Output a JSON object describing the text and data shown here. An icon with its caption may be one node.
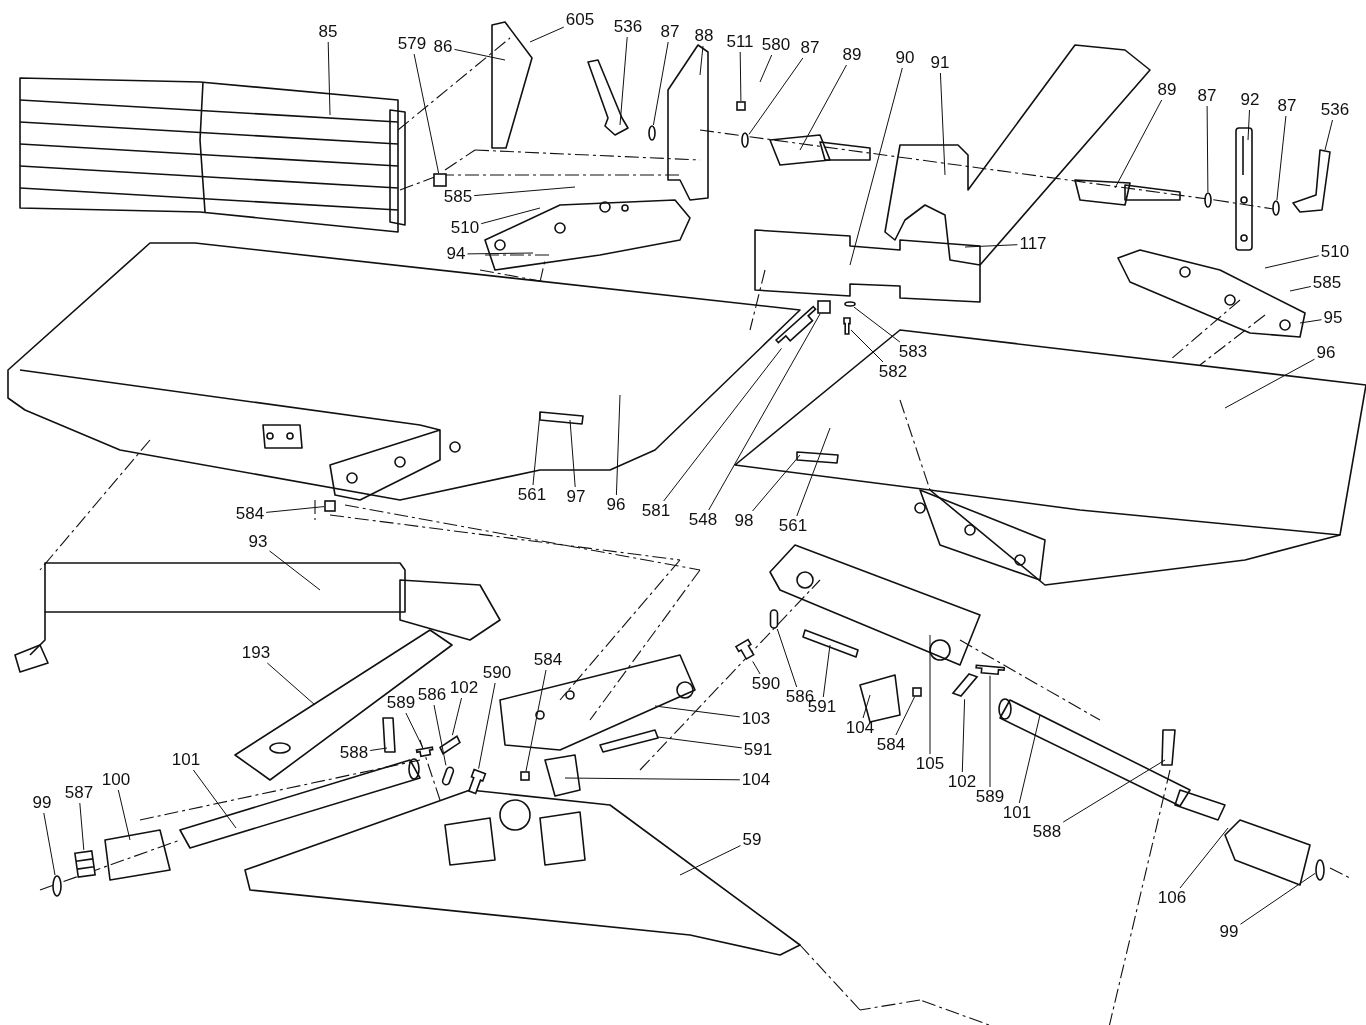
{
  "diagram": {
    "nodes": [
      {
        "text": [
          "85"
        ]
      },
      {
        "text": [
          "579"
        ]
      },
      {
        "text": [
          "86"
        ]
      },
      {
        "text": [
          "605"
        ]
      },
      {
        "text": [
          "536"
        ]
      },
      {
        "text": [
          "87"
        ]
      },
      {
        "text": [
          "88"
        ]
      },
      {
        "text": [
          "511"
        ]
      },
      {
        "text": [
          "580"
        ]
      },
      {
        "text": [
          "87"
        ]
      },
      {
        "text": [
          "89"
        ]
      },
      {
        "text": [
          "90"
        ]
      },
      {
        "text": [
          "91"
        ]
      },
      {
        "text": [
          "89"
        ]
      },
      {
        "text": [
          "87"
        ]
      },
      {
        "text": [
          "92"
        ]
      },
      {
        "text": [
          "87"
        ]
      },
      {
        "text": [
          "536"
        ]
      },
      {
        "text": [
          "585"
        ]
      },
      {
        "text": [
          "510"
        ]
      },
      {
        "text": [
          "94"
        ]
      },
      {
        "text": [
          "117"
        ]
      },
      {
        "text": [
          "510"
        ]
      },
      {
        "text": [
          "585"
        ]
      },
      {
        "text": [
          "95"
        ]
      },
      {
        "text": [
          "583"
        ]
      },
      {
        "text": [
          "582"
        ]
      },
      {
        "text": [
          "96"
        ]
      },
      {
        "text": [
          "96"
        ]
      },
      {
        "text": [
          "561"
        ]
      },
      {
        "text": [
          "97"
        ]
      },
      {
        "text": [
          "581"
        ]
      },
      {
        "text": [
          "548"
        ]
      },
      {
        "text": [
          "98"
        ]
      },
      {
        "text": [
          "561"
        ]
      },
      {
        "text": [
          "584"
        ]
      },
      {
        "text": [
          "93"
        ]
      },
      {
        "text": [
          "193"
        ]
      },
      {
        "text": [
          "584"
        ]
      },
      {
        "text": [
          "590"
        ]
      },
      {
        "text": [
          "102"
        ]
      },
      {
        "text": [
          "586"
        ]
      },
      {
        "text": [
          "589"
        ]
      },
      {
        "text": [
          "588"
        ]
      },
      {
        "text": [
          "103"
        ]
      },
      {
        "text": [
          "591"
        ]
      },
      {
        "text": [
          "104"
        ]
      },
      {
        "text": [
          "101"
        ]
      },
      {
        "text": [
          "100"
        ]
      },
      {
        "text": [
          "587"
        ]
      },
      {
        "text": [
          "99"
        ]
      },
      {
        "text": [
          "59"
        ]
      },
      {
        "text": [
          "590"
        ]
      },
      {
        "text": [
          "586"
        ]
      },
      {
        "text": [
          "591"
        ]
      },
      {
        "text": [
          "104"
        ]
      },
      {
        "text": [
          "584"
        ]
      },
      {
        "text": [
          "105"
        ]
      },
      {
        "text": [
          "102"
        ]
      },
      {
        "text": [
          "589"
        ]
      },
      {
        "text": [
          "101"
        ]
      },
      {
        "text": [
          "588"
        ]
      },
      {
        "text": [
          "106"
        ]
      },
      {
        "text": [
          "99"
        ]
      },
      {
        "text": [],
        "shape": "box"
      },
      {
        "text": [],
        "shape": "circle"
      },
      {
        "text": [],
        "shape": "box"
      },
      {
        "text": [],
        "shape": "circle"
      },
      {
        "text": [],
        "shape": "circle"
      },
      {
        "text": [],
        "shape": "circle"
      },
      {
        "text": [],
        "shape": "circle"
      },
      {
        "text": [],
        "shape": "bolt"
      },
      {
        "text": [],
        "shape": "bolt"
      },
      {
        "text": [],
        "shape": "box"
      },
      {
        "text": [],
        "shape": "box"
      },
      {
        "text": [],
        "shape": "box"
      },
      {
        "text": [],
        "shape": "bolt"
      },
      {
        "text": [],
        "shape": "plate"
      },
      {
        "text": [],
        "shape": "pin"
      },
      {
        "text": [],
        "shape": "bolt"
      },
      {
        "text": [],
        "shape": "cylinder"
      },
      {
        "text": [],
        "shape": "circle"
      },
      {
        "text": [],
        "shape": "bolt"
      },
      {
        "text": [],
        "shape": "pin"
      },
      {
        "text": [],
        "shape": "box"
      },
      {
        "text": [],
        "shape": "plate"
      },
      {
        "text": [],
        "shape": "bolt"
      },
      {
        "text": [],
        "shape": "circle"
      }
    ],
    "edges": [
      {
        "from": 0,
        "to": null,
        "arrow": "none"
      },
      {
        "from": 1,
        "to": 64,
        "arrow": "none"
      },
      {
        "from": 2,
        "to": null,
        "arrow": "none"
      },
      {
        "from": 3,
        "to": null,
        "arrow": "none"
      },
      {
        "from": 4,
        "to": null,
        "arrow": "none"
      },
      {
        "from": 5,
        "to": 65,
        "arrow": "none"
      },
      {
        "from": 6,
        "to": null,
        "arrow": "none"
      },
      {
        "from": 7,
        "to": 66,
        "arrow": "none"
      },
      {
        "from": 8,
        "to": null,
        "arrow": "none"
      },
      {
        "from": 9,
        "to": 67,
        "arrow": "none"
      },
      {
        "from": 10,
        "to": null,
        "arrow": "none"
      },
      {
        "from": 11,
        "to": null,
        "arrow": "none"
      },
      {
        "from": 12,
        "to": null,
        "arrow": "none"
      },
      {
        "from": 13,
        "to": null,
        "arrow": "none"
      },
      {
        "from": 14,
        "to": 68,
        "arrow": "none"
      },
      {
        "from": 15,
        "to": null,
        "arrow": "none"
      },
      {
        "from": 16,
        "to": 69,
        "arrow": "none"
      },
      {
        "from": 17,
        "to": null,
        "arrow": "none"
      },
      {
        "from": 18,
        "to": null,
        "arrow": "none"
      },
      {
        "from": 19,
        "to": null,
        "arrow": "none"
      },
      {
        "from": 20,
        "to": null,
        "arrow": "none"
      },
      {
        "from": 21,
        "to": null,
        "arrow": "none"
      },
      {
        "from": 22,
        "to": null,
        "arrow": "none"
      },
      {
        "from": 23,
        "to": null,
        "arrow": "none"
      },
      {
        "from": 24,
        "to": null,
        "arrow": "none"
      },
      {
        "from": 25,
        "to": 70,
        "arrow": "none"
      },
      {
        "from": 26,
        "to": 71,
        "arrow": "none"
      },
      {
        "from": 27,
        "to": null,
        "arrow": "none"
      },
      {
        "from": 28,
        "to": null,
        "arrow": "none"
      },
      {
        "from": 29,
        "to": null,
        "arrow": "none"
      },
      {
        "from": 30,
        "to": null,
        "arrow": "none"
      },
      {
        "from": 31,
        "to": 72,
        "arrow": "none"
      },
      {
        "from": 32,
        "to": 73,
        "arrow": "none"
      },
      {
        "from": 33,
        "to": null,
        "arrow": "none"
      },
      {
        "from": 34,
        "to": null,
        "arrow": "none"
      },
      {
        "from": 35,
        "to": 74,
        "arrow": "none"
      },
      {
        "from": 36,
        "to": null,
        "arrow": "none"
      },
      {
        "from": 37,
        "to": null,
        "arrow": "none"
      },
      {
        "from": 38,
        "to": 75,
        "arrow": "none"
      },
      {
        "from": 39,
        "to": 76,
        "arrow": "none"
      },
      {
        "from": 40,
        "to": 77,
        "arrow": "none"
      },
      {
        "from": 41,
        "to": 78,
        "arrow": "none"
      },
      {
        "from": 42,
        "to": 79,
        "arrow": "none"
      },
      {
        "from": 43,
        "to": null,
        "arrow": "none"
      },
      {
        "from": 44,
        "to": null,
        "arrow": "none"
      },
      {
        "from": 45,
        "to": null,
        "arrow": "none"
      },
      {
        "from": 46,
        "to": null,
        "arrow": "none"
      },
      {
        "from": 47,
        "to": null,
        "arrow": "none"
      },
      {
        "from": 48,
        "to": null,
        "arrow": "none"
      },
      {
        "from": 49,
        "to": 80,
        "arrow": "none"
      },
      {
        "from": 50,
        "to": 81,
        "arrow": "none"
      },
      {
        "from": 51,
        "to": null,
        "arrow": "none"
      },
      {
        "from": 52,
        "to": 82,
        "arrow": "none"
      },
      {
        "from": 53,
        "to": 83,
        "arrow": "none"
      },
      {
        "from": 54,
        "to": null,
        "arrow": "none"
      },
      {
        "from": 55,
        "to": null,
        "arrow": "none"
      },
      {
        "from": 56,
        "to": 84,
        "arrow": "none"
      },
      {
        "from": 57,
        "to": null,
        "arrow": "none"
      },
      {
        "from": 58,
        "to": 85,
        "arrow": "none"
      },
      {
        "from": 59,
        "to": 86,
        "arrow": "none"
      },
      {
        "from": 60,
        "to": null,
        "arrow": "none"
      },
      {
        "from": 61,
        "to": null,
        "arrow": "none"
      },
      {
        "from": 62,
        "to": null,
        "arrow": "none"
      },
      {
        "from": 63,
        "to": 87,
        "arrow": "none"
      }
    ]
  }
}
